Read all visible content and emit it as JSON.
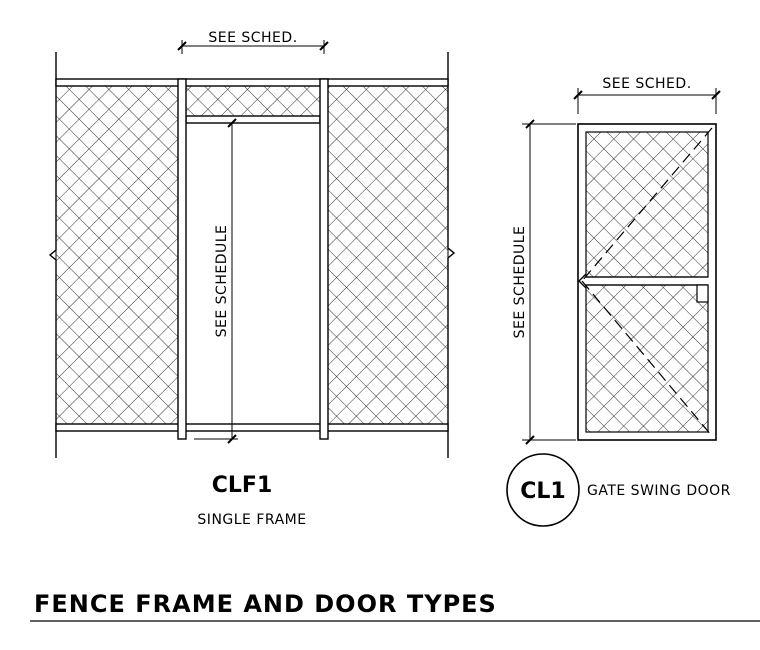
{
  "drawing": {
    "dim_width_left": "SEE SCHED.",
    "dim_height_left": "SEE SCHEDULE",
    "dim_width_right": "SEE SCHED.",
    "dim_height_right": "SEE SCHEDULE",
    "frame_type_label": "CLF1",
    "frame_type_desc": "SINGLE FRAME",
    "door_type_label": "CL1",
    "door_type_desc": "GATE SWING DOOR",
    "sheet_title": "FENCE FRAME AND DOOR TYPES"
  }
}
